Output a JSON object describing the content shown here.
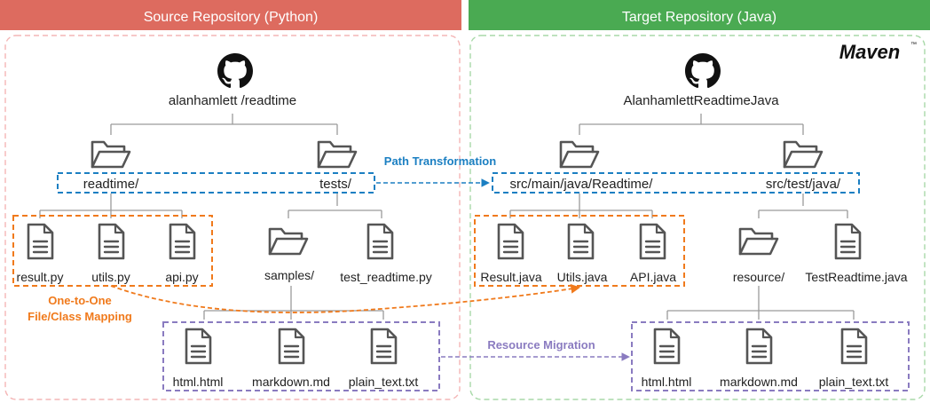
{
  "colors": {
    "source_header": "#dd6b5f",
    "target_header": "#4aaa52",
    "source_panel": "#f4b5b5",
    "target_panel": "#a8d9a8",
    "blue": "#1b7fc2",
    "orange": "#f07a1c",
    "purple": "#8a7bc0",
    "icon": "#555555",
    "tree_line": "#9a9a9a"
  },
  "source": {
    "header": "Source Repository (Python)",
    "repo": "alanhamlett /readtime",
    "folder_readtime": "readtime/",
    "folder_tests": "tests/",
    "file_result": "result.py",
    "file_utils": "utils.py",
    "file_api": "api.py",
    "folder_samples": "samples/",
    "file_test": "test_readtime.py",
    "file_html": "html.html",
    "file_md": "markdown.md",
    "file_txt": "plain_text.txt"
  },
  "target": {
    "header": "Target Repository (Java)",
    "logo": "Maven",
    "repo": "AlanhamlettReadtimeJava",
    "folder_main": "src/main/java/Readtime/",
    "folder_test": "src/test/java/",
    "file_result": "Result.java",
    "file_utils": "Utils.java",
    "file_api": "API.java",
    "folder_resource": "resource/",
    "file_test": "TestReadtime.java",
    "file_html": "html.html",
    "file_md": "markdown.md",
    "file_txt": "plain_text.txt"
  },
  "annotations": {
    "path": "Path Transformation",
    "mapping_line1": "One-to-One",
    "mapping_line2": "File/Class Mapping",
    "resource": "Resource Migration"
  }
}
